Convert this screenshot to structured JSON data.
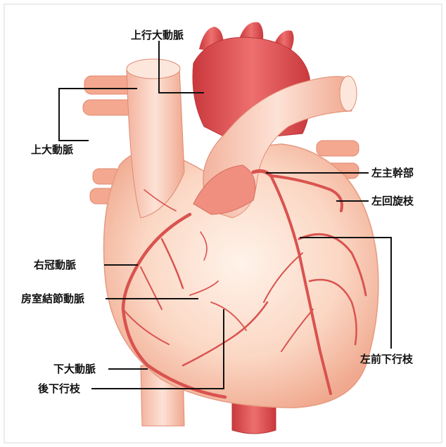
{
  "labels": {
    "ascending_aorta": "上行大動脈",
    "superior_vena_cava": "上大動脈",
    "left_main_trunk": "左主幹部",
    "left_circumflex": "左回旋枝",
    "right_coronary": "右冠動脈",
    "av_node_artery": "房室結節動脈",
    "lad": "左前下行枝",
    "inferior_vena_cava": "下大動脈",
    "posterior_descending": "後下行枝"
  },
  "colors": {
    "aorta": "#e0575a",
    "heart_skin": "#fbd3c0",
    "artery": "#d9534f",
    "leader_line": "#111111"
  }
}
